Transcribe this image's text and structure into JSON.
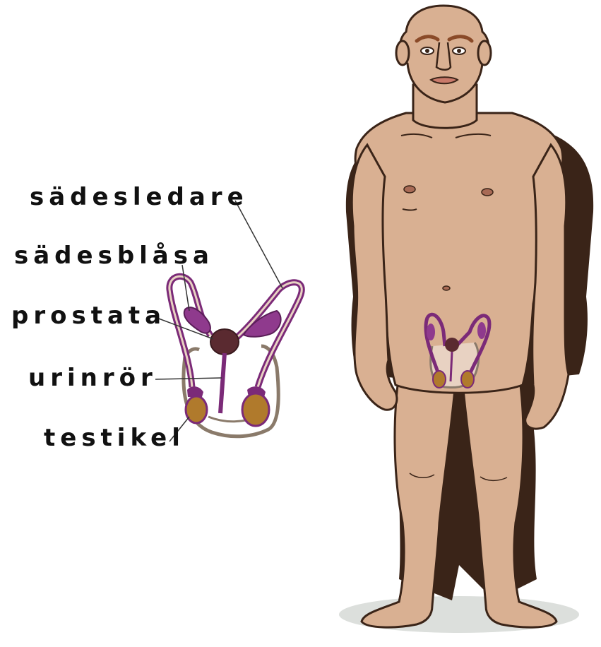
{
  "labels": {
    "vas_deferens": "sädesledare",
    "seminal_vesicle": "sädesblåsa",
    "prostate": "prostata",
    "urethra": "urinrör",
    "testicle": "testikel"
  },
  "colors": {
    "skin": "#d9b092",
    "skin_outline": "#3a2418",
    "organ_purple": "#7b2a78",
    "organ_purple_light": "#8f3a8d",
    "prostate": "#5a2a30",
    "testicle": "#b07a2c",
    "scrotum_outline": "#8a7a6a",
    "shadow": "#dcdfdc",
    "leader_line": "#333333"
  }
}
